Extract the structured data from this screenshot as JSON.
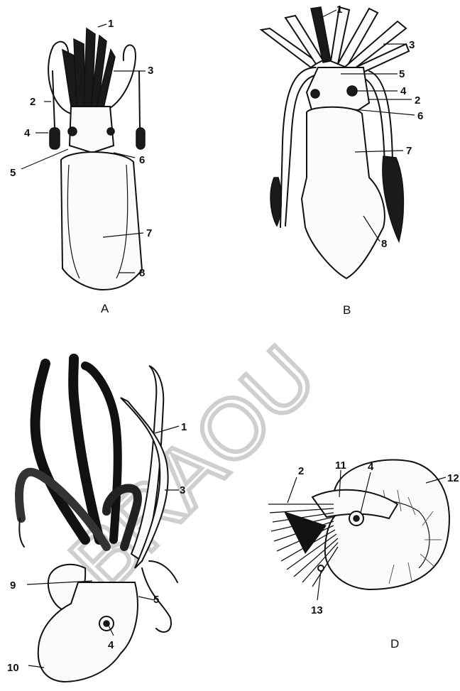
{
  "watermark": "BRAOU",
  "panels": {
    "A": {
      "caption": "A",
      "labels": [
        "1",
        "2",
        "3",
        "4",
        "5",
        "6",
        "7",
        "8"
      ]
    },
    "B": {
      "caption": "B",
      "labels": [
        "1",
        "2",
        "3",
        "4",
        "5",
        "6",
        "7",
        "8"
      ]
    },
    "C": {
      "caption": "",
      "labels": [
        "1",
        "3",
        "4",
        "5",
        "9",
        "10"
      ]
    },
    "D": {
      "caption": "D",
      "labels": [
        "2",
        "4",
        "11",
        "12",
        "13"
      ]
    }
  },
  "colors": {
    "ink": "#111111",
    "paper": "#ffffff",
    "watermark": "#cfcfcf"
  }
}
